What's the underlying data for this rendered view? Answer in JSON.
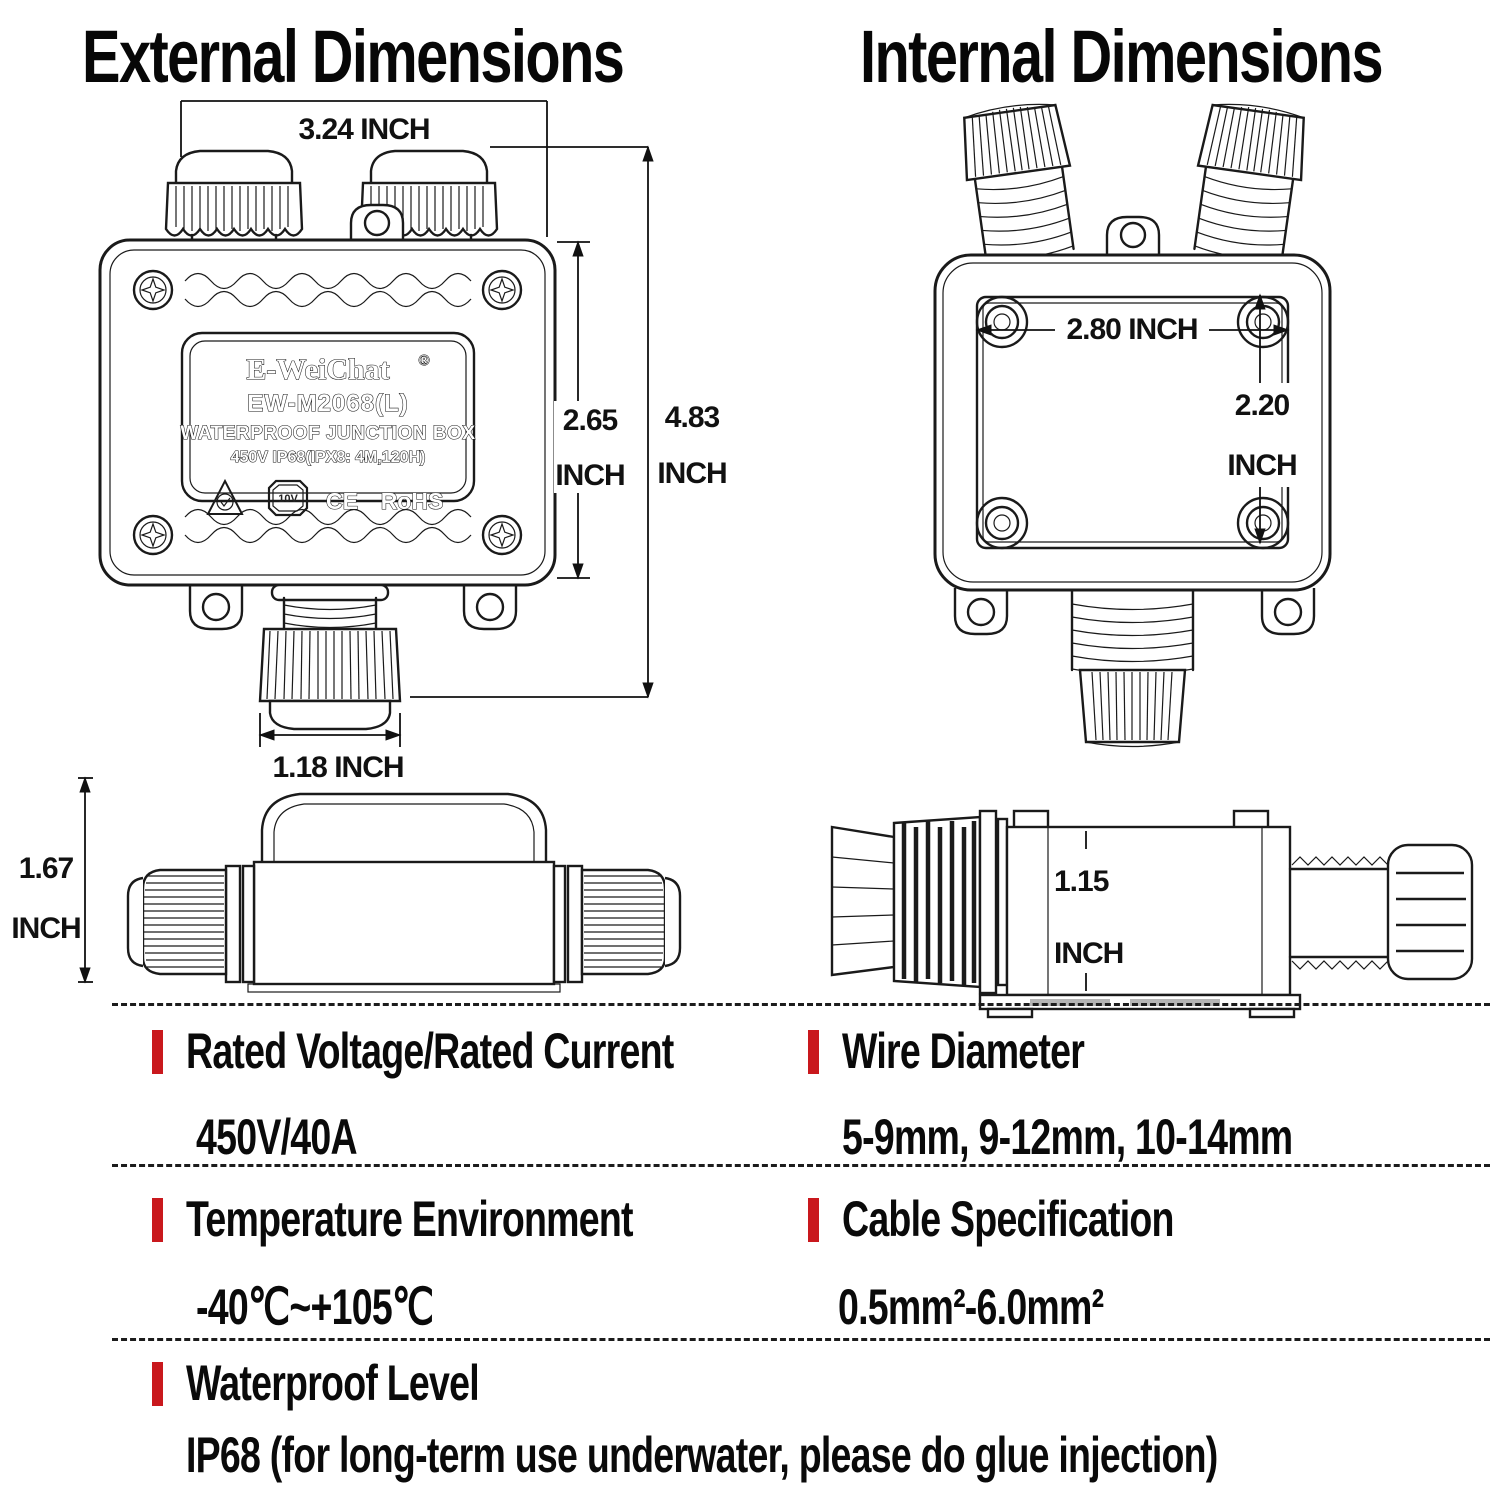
{
  "titles": {
    "external": "External Dimensions",
    "internal": "Internal Dimensions"
  },
  "external_view": {
    "width_dim": "3.24 INCH",
    "box_height_value": "2.65",
    "box_height_unit": "INCH",
    "total_height_value": "4.83",
    "total_height_unit": "INCH",
    "gland_dim": "1.18 INCH",
    "label": {
      "brand": "E-WeiChat",
      "reg": "®",
      "model": "EW-M2068(L)",
      "product": "WATERPROOF JUNCTION BOX",
      "rating": "450V IP68(IPX8: 4M,120H)",
      "octagon": "10V",
      "ce": "CE",
      "rohs": "RoHS",
      "icons": [
        "approval-triangle-icon",
        "octagon-badge-icon",
        "ce-mark",
        "rohs-mark"
      ]
    }
  },
  "internal_view": {
    "width_dim": "2.80 INCH",
    "height_value": "2.20",
    "height_unit": "INCH"
  },
  "side_view_left": {
    "height_value": "1.67",
    "height_unit": "INCH"
  },
  "side_view_right": {
    "height_value": "1.15",
    "height_unit": "INCH"
  },
  "specs": {
    "rows": [
      {
        "left_title": "Rated Voltage/Rated Current",
        "left_value": "450V/40A",
        "right_title": "Wire Diameter",
        "right_value": "5-9mm, 9-12mm, 10-14mm"
      },
      {
        "left_title": "Temperature Environment",
        "left_value": "-40℃~+105℃",
        "right_title": "Cable Specification",
        "right_value": "0.5mm²-6.0mm²"
      }
    ],
    "footer_title": "Waterproof Level",
    "footer_value": "IP68 (for long-term use underwater, please do glue injection)"
  },
  "colors": {
    "accent": "#c9181d",
    "ink": "#111111",
    "background": "#ffffff"
  }
}
